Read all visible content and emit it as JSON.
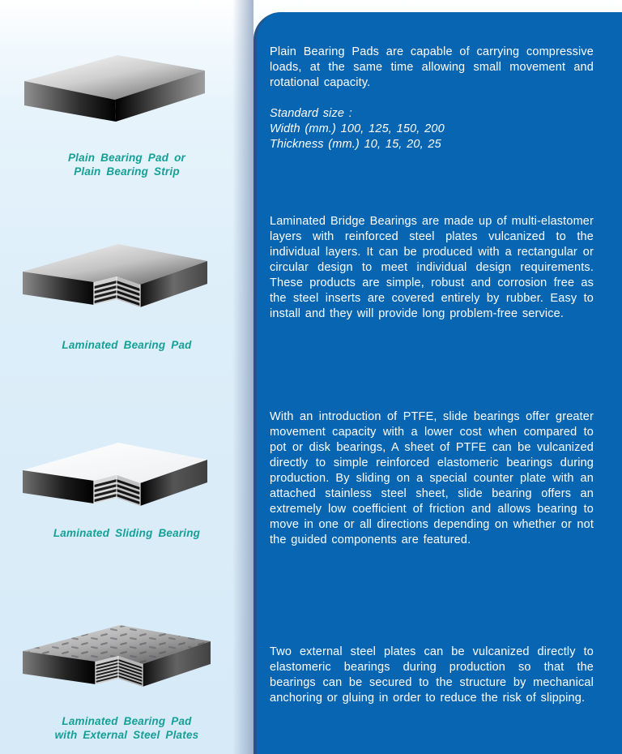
{
  "colors": {
    "panel_blue": "#0765b2",
    "panel_edge": "#27538c",
    "text_white": "#ffffff",
    "label_teal": "#14a096"
  },
  "products": [
    {
      "label_lines": [
        "Plain Bearing Pad or",
        "Plain Bearing Strip"
      ]
    },
    {
      "label_lines": [
        "Laminated Bearing Pad"
      ]
    },
    {
      "label_lines": [
        "Laminated Sliding Bearing"
      ]
    },
    {
      "label_lines": [
        "Laminated Bearing Pad",
        "with External Steel Plates"
      ]
    }
  ],
  "panel": {
    "sections": [
      {
        "paragraph": "Plain Bearing Pads are capable of carrying compressive loads, at the same time allowing small movement and rotational capacity.",
        "standard_size_title": "Standard size :",
        "standard_size_width": "Width (mm.) 100, 125, 150, 200",
        "standard_size_thickness": "Thickness (mm.) 10, 15, 20, 25"
      },
      {
        "paragraph": "Laminated Bridge Bearings are made up of multi-elastomer layers with reinforced steel plates vulcanized to the individual layers. It can be produced with a rectangular or circular design to meet individual design requirements. These products are simple, robust and corrosion free as the steel inserts are covered entirely by rubber. Easy to install and they will provide long problem-free service."
      },
      {
        "paragraph": "With an introduction of PTFE, slide bearings offer greater movement capacity with a lower cost when compared to pot or disk bearings, A sheet of PTFE can be vulcanized directly to simple reinforced elastomeric bearings during production. By sliding on a special counter plate with an attached stainless steel sheet, slide bearing offers an extremely low coefficient of friction and allows bearing to move in one or all directions depending on whether or not the guided components are featured."
      },
      {
        "paragraph": "Two external steel plates can be vulcanized directly to elastomeric bearings during production so that the bearings can be secured to the structure by mechanical anchoring or gluing in order to reduce the risk of slipping."
      }
    ]
  }
}
